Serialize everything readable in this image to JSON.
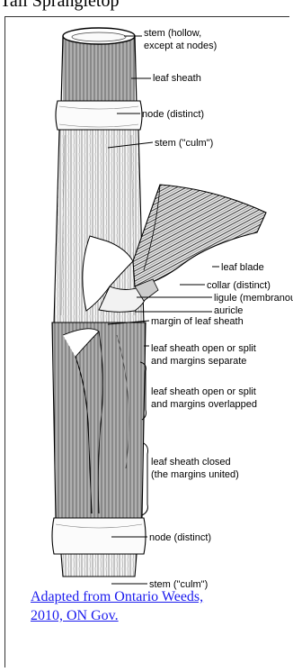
{
  "header": {
    "title": "Tall Sprangletop"
  },
  "labels": {
    "stem_hollow_1": "stem (hollow,",
    "stem_hollow_2": "except at nodes)",
    "leaf_sheath": "leaf sheath",
    "node_top": "node (distinct)",
    "stem_culm_top": "stem (\"culm\")",
    "leaf_blade": "leaf blade",
    "collar": "collar (distinct)",
    "ligule": "ligule (membranous",
    "auricle": "auricle",
    "margin": "margin of leaf sheath",
    "open_separate_1": "leaf sheath open or split",
    "open_separate_2": "and margins separate",
    "open_overlap_1": "leaf sheath open or split",
    "open_overlap_2": "and margins overlapped",
    "closed_1": "leaf sheath closed",
    "closed_2": "(the margins united)",
    "node_bottom": "node (distinct)",
    "stem_culm_bottom": "stem (\"culm\")"
  },
  "credit": {
    "line1": "Adapted from Ontario Weeds,",
    "line2": "2010, ON Gov."
  },
  "colors": {
    "link": "#1a1aee",
    "ink": "#000000"
  }
}
